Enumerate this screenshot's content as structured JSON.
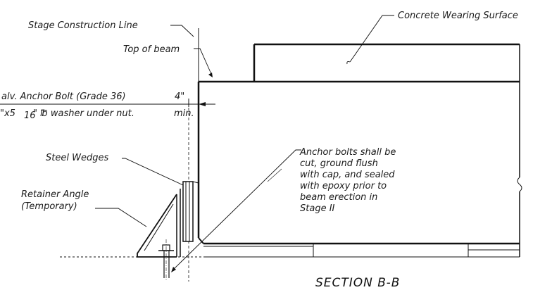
{
  "labels": {
    "stage_line": "Stage Construction Line",
    "wearing_surface": "Concrete Wearing Surface",
    "top_of_beam": "Top of beam",
    "anchor_bolt": "alv. Anchor Bolt (Grade 36)",
    "washer_a": "\"x5",
    "washer_sub": "16",
    "washer_b": "\" ℔ washer under nut.",
    "dim_value": "4\"",
    "dim_min": "min.",
    "steel_wedges": "Steel Wedges",
    "retainer_1": "Retainer Angle",
    "retainer_2": "(Temporary)",
    "note_lines": [
      "Anchor bolts shall be",
      "cut, ground flush",
      "with cap, and sealed",
      "with epoxy prior to",
      "beam erection in",
      "Stage II"
    ],
    "section_title": "SECTION B-B"
  }
}
